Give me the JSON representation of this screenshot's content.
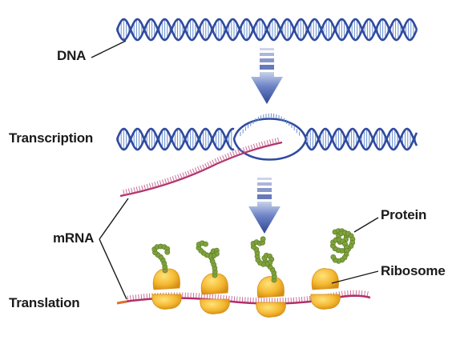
{
  "labels": {
    "dna": "DNA",
    "transcription": "Transcription",
    "mrna": "mRNA",
    "translation": "Translation",
    "protein": "Protein",
    "ribosome": "Ribosome"
  },
  "colors": {
    "dna_backbone": "#2f4a9e",
    "dna_rungs": "#6a8fd0",
    "arrow": "#3d55a8",
    "mrna": "#b0306a",
    "mrna_rungs": "#c8608e",
    "ribosome": "#f2b62f",
    "ribosome_shadow": "#d48f12",
    "protein": "#7fa23c",
    "leader_line": "#1a1a1a"
  }
}
